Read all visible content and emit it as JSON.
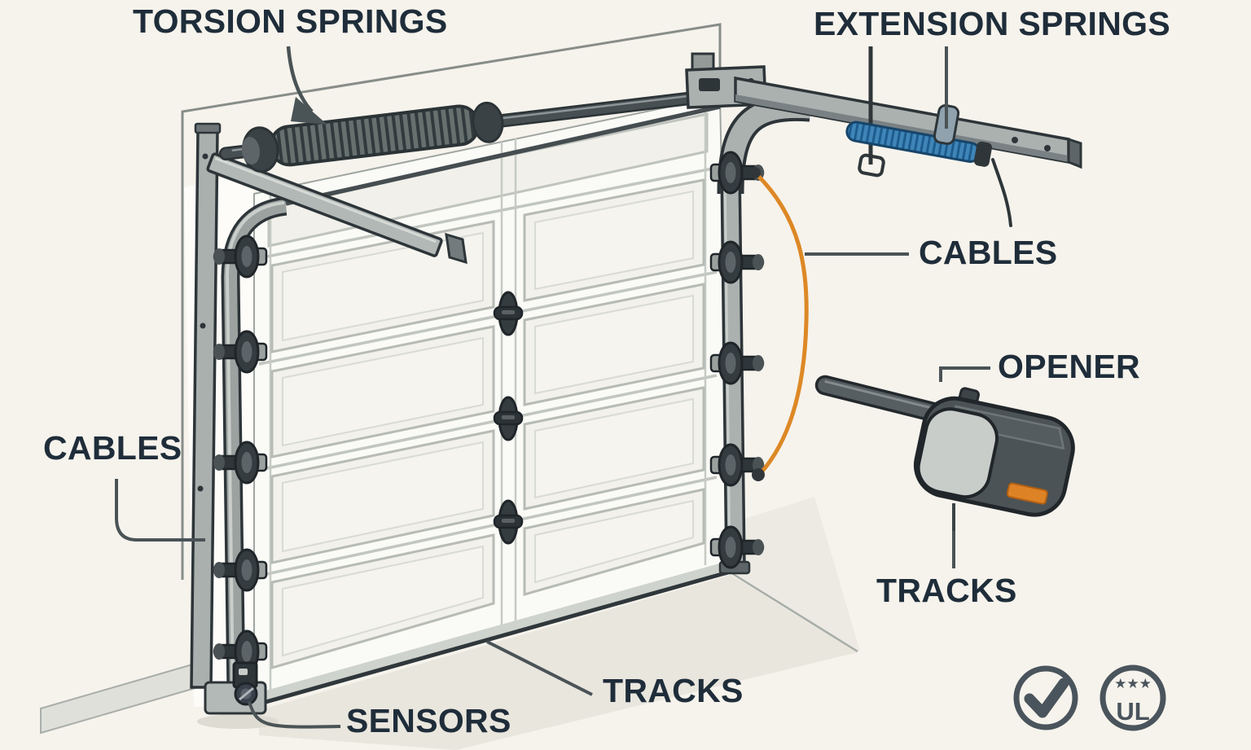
{
  "figure": {
    "type": "diagram",
    "subject": "Garage door components illustration"
  },
  "labels": {
    "torsion_springs": "TORSION SPRINGS",
    "extension_springs": "EXTENSION SPRINGS",
    "cables_right": "CABLES",
    "opener": "OPENER",
    "tracks_right": "TRACKS",
    "cables_left": "CABLES",
    "tracks_bottom": "TRACKS",
    "sensors": "SENSORS"
  },
  "badges": {
    "check_icon": "checkmark-circle",
    "ul_text": "UL",
    "ul_stars": "★★★"
  },
  "colors": {
    "background": "#f6f3ec",
    "label_text": "#1f2d3a",
    "leader_line": "#4a5356",
    "outline_dark": "#2d3539",
    "track_gray": "#aab1ae",
    "track_light": "#c9cecb",
    "track_shadow": "#6d7577",
    "door_white": "#fafaf6",
    "panel_line": "#b7bbb5",
    "torsion_spring": "#67706f",
    "torsion_coil": "#313a3d",
    "extension_spring": "#3f85b8",
    "extension_coil": "#1d5c8d",
    "cable_orange": "#dd8826",
    "opener_body": "#4b5356",
    "opener_face": "#c9cdca",
    "opener_sticker": "#de8226",
    "badge_outline": "#4a545c"
  }
}
